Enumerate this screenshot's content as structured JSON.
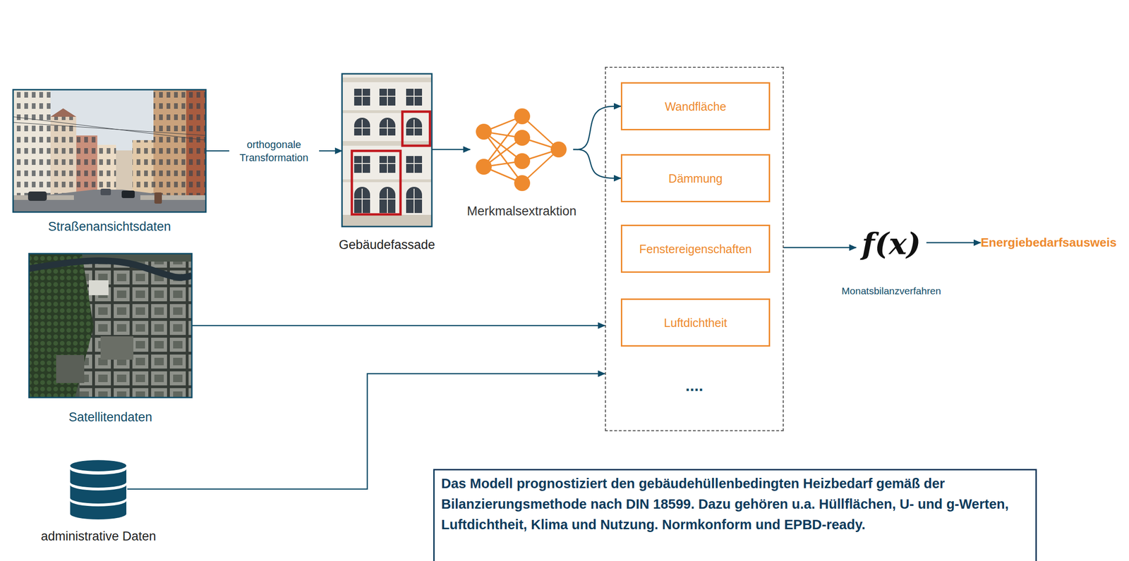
{
  "diagram": {
    "nodes": [
      {
        "text": [
          "Straßenansichtsdaten"
        ]
      },
      {
        "text": [
          "Gebäudefassade"
        ]
      },
      {
        "text": [
          "Merkmalsextraktion"
        ]
      },
      {
        "text": [
          "...."
        ]
      },
      {
        "text": [
          "Wandfläche"
        ],
        "in": 3
      },
      {
        "text": [
          "Dämmung"
        ],
        "in": 3
      },
      {
        "text": [
          "Fenstereigenschaften"
        ],
        "in": 3
      },
      {
        "text": [
          "Luftdichtheit"
        ],
        "in": 3
      },
      {
        "text": [
          "f(x)",
          "Monatsbilanzverfahren"
        ]
      },
      {
        "text": [
          "Energiebedarfsausweis"
        ]
      },
      {
        "text": [
          "Satellitendaten"
        ]
      },
      {
        "text": [
          "administrative Daten"
        ]
      },
      {
        "text": [
          "Das Modell prognostiziert den gebäudehüllenbedingten Heizbedarf gemäß der Bilanzierungsmethode nach DIN 18599. Dazu gehören u.a. Hüllflächen, U- und g-Werten, Luftdichtheit, Klima und Nutzung. Normkonform und EPBD-ready."
        ]
      }
    ],
    "edges": [
      {
        "from": 0,
        "to": 1,
        "label": "orthogonale Transformation",
        "arrow": "to"
      },
      {
        "from": 1,
        "to": 2,
        "arrow": "to"
      },
      {
        "from": 2,
        "to": 4,
        "arrow": "to"
      },
      {
        "from": 2,
        "to": 5,
        "arrow": "to"
      },
      {
        "from": 10,
        "to": 3,
        "arrow": "to"
      },
      {
        "from": 11,
        "to": 3,
        "arrow": "to"
      },
      {
        "from": 3,
        "to": 8,
        "arrow": "to"
      },
      {
        "from": 8,
        "to": 9,
        "arrow": "to"
      }
    ]
  }
}
